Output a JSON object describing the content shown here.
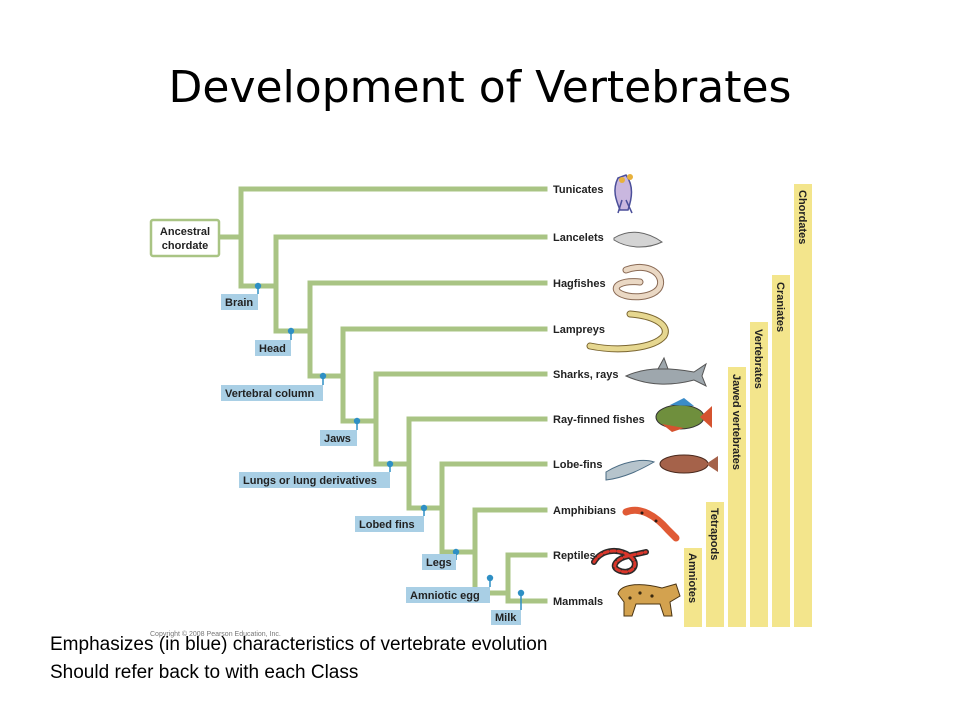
{
  "slide": {
    "title": "Development of Vertebrates",
    "captions": [
      "Emphasizes (in blue) characteristics of vertebrate evolution",
      "Should refer back to with each Class"
    ],
    "copyright": "Copyright © 2008 Pearson Education, Inc."
  },
  "diagram": {
    "root_label": [
      "Ancestral",
      "chordate"
    ],
    "taxa": [
      "Tunicates",
      "Lancelets",
      "Hagfishes",
      "Lampreys",
      "Sharks, rays",
      "Ray-finned fishes",
      "Lobe-fins",
      "Amphibians",
      "Reptiles",
      "Mammals"
    ],
    "characteristics": [
      "Brain",
      "Head",
      "Vertebral column",
      "Jaws",
      "Lungs or lung derivatives",
      "Lobed fins",
      "Legs",
      "Amniotic egg",
      "Milk"
    ],
    "groups": [
      "Chordates",
      "Craniates",
      "Vertebrates",
      "Jawed vertebrates",
      "Tetrapods",
      "Amniotes"
    ],
    "colors": {
      "branch": "#a9c484",
      "trait_box": "#a9cfe5",
      "trait_node": "#2e8fc4",
      "group_bar": "#f3e58c",
      "root_box_border": "#a9c484"
    },
    "icons": [
      "tunicate-icon",
      "lancelet-icon",
      "hagfish-icon",
      "lamprey-icon",
      "shark-icon",
      "ray-finned-fish-icon",
      "lobe-fin-icon",
      "amphibian-icon",
      "reptile-icon",
      "mammal-icon"
    ]
  }
}
